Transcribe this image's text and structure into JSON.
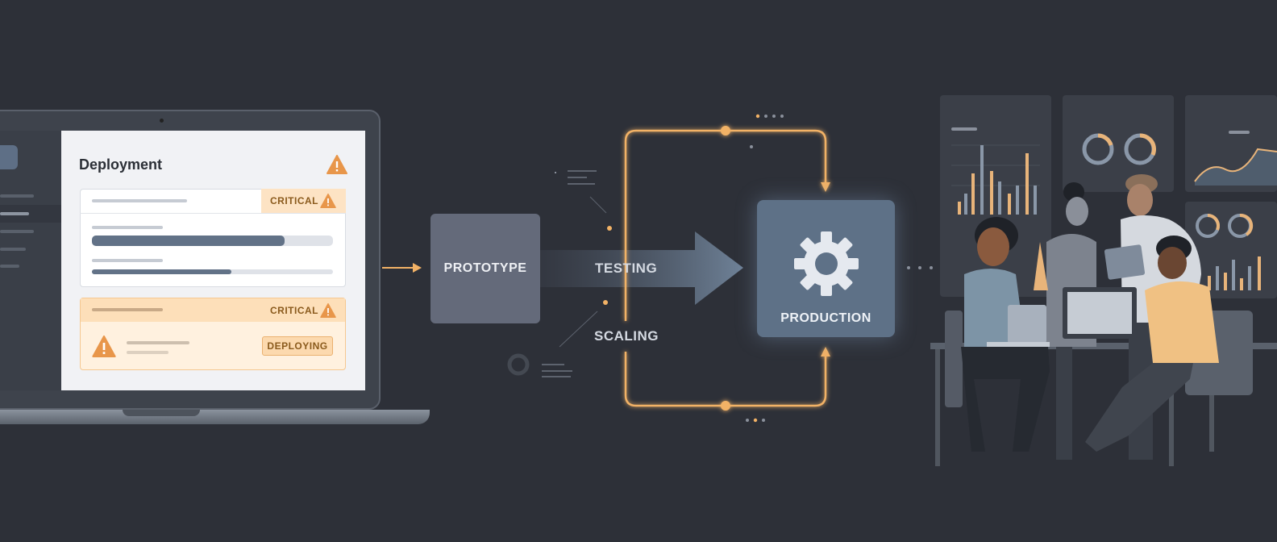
{
  "dashboard": {
    "title": "Deployment",
    "card_1": {
      "status": "CRITICAL",
      "progress_1": 0.8,
      "progress_2": 0.58
    },
    "card_2": {
      "status": "CRITICAL",
      "action": "DEPLOYING"
    }
  },
  "pipeline": {
    "stage_1": "PROTOTYPE",
    "stage_2": "TESTING",
    "stage_3": "SCALING",
    "stage_4": "PRODUCTION"
  },
  "colors": {
    "background": "#2d3038",
    "accent": "#f2b266",
    "warning": "#e8964a",
    "production": "#5e7187",
    "prototype": "#646a7a"
  },
  "icons": [
    "warning-icon",
    "gear-icon",
    "arrow-icon",
    "laptop-icon"
  ]
}
